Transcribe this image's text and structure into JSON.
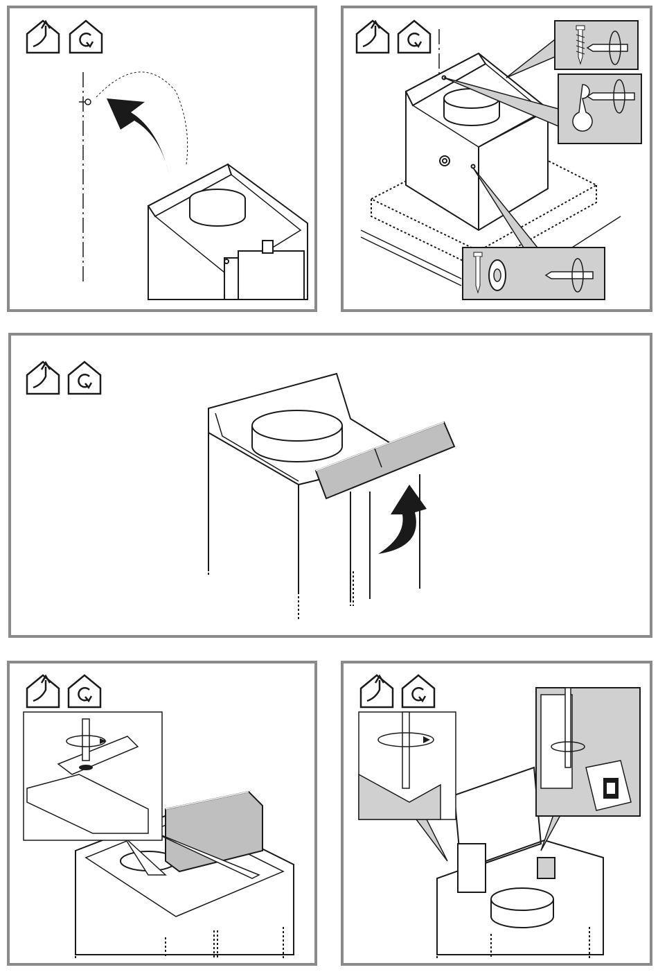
{
  "document": {
    "type": "installation-instructions",
    "colors": {
      "frame": "#8a8a8a",
      "line": "#1a1a1a",
      "shade": "#bfbfbf",
      "shade_dark": "#8c8c8c",
      "callout_bg": "#d0d0d0"
    }
  },
  "steps": [
    {
      "id": "step-1",
      "icons": [
        "exhaust-air-mode-icon",
        "recirculation-mode-icon"
      ]
    },
    {
      "id": "step-2",
      "icons": [
        "exhaust-air-mode-icon",
        "recirculation-mode-icon"
      ]
    },
    {
      "id": "step-3",
      "icons": [
        "exhaust-air-mode-icon",
        "recirculation-mode-icon"
      ]
    },
    {
      "id": "step-4",
      "icons": [
        "exhaust-air-mode-icon",
        "recirculation-mode-icon"
      ]
    },
    {
      "id": "step-5",
      "icons": [
        "exhaust-air-mode-icon",
        "recirculation-mode-icon"
      ]
    }
  ]
}
